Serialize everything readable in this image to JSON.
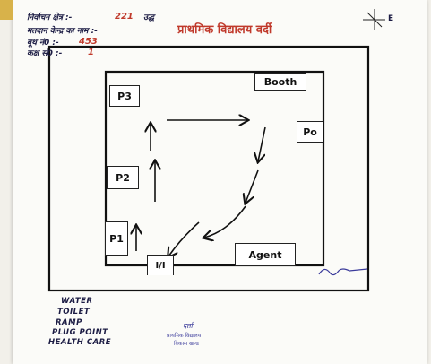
{
  "header": {
    "line1_label": "निर्वाचन क्षेत्र :-",
    "line1_value": "221",
    "line1_extra": "उद्ध",
    "line2_label": "मतदान केन्द्र का नाम :-",
    "line2_value": "प्राथमिक विद्यालय वर्दी",
    "line3_label": "बूथ नं0 :-",
    "line3_value": "453",
    "line4_label": "कक्ष सं0 :-",
    "line4_value": "1",
    "compass_label": "E"
  },
  "rooms": {
    "p3": "P3",
    "p2": "P2",
    "p1": "P1",
    "booth": "Booth",
    "p0": "Po",
    "agent": "Agent",
    "door": "Ⅰ/Ⅰ"
  },
  "legend": {
    "items": [
      "WATER",
      "TOILET",
      "RAMP",
      "PLUG POINT",
      "HEALTH CARE"
    ]
  },
  "stamp": {
    "line1": "दर्ता",
    "line2": "प्राथमिक विद्यालय",
    "line3": "विकास खण्ड"
  },
  "colors": {
    "ink": "#1c1c44",
    "red_ink": "#c0392b",
    "stamp_ink": "#3a3a9a"
  }
}
